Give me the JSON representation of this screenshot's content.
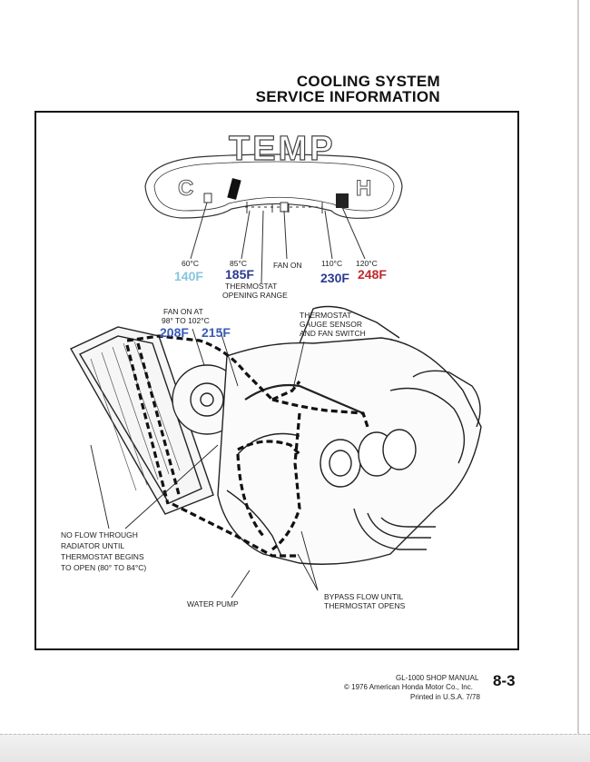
{
  "header": {
    "line1": "COOLING SYSTEM",
    "line2": "SERVICE INFORMATION"
  },
  "gauge": {
    "title": "TEMP",
    "cold": "C",
    "hot": "H"
  },
  "gauge_labels": {
    "c60": "60°C",
    "c85": "85°C",
    "fan_on": "FAN ON",
    "c110": "110°C",
    "c120": "120°C",
    "thermostat_range": [
      "THERMOSTAT",
      "OPENING RANGE"
    ]
  },
  "fahrenheit": {
    "f140": "140F",
    "f185": "185F",
    "f230": "230F",
    "f248": "248F",
    "f208": "208F",
    "f215": "215F"
  },
  "callouts": {
    "fan_on_at": [
      "FAN ON AT",
      "98° TO 102°C"
    ],
    "sensor": [
      "THERMOSTAT",
      "GAUGE SENSOR",
      "AND FAN SWITCH"
    ],
    "no_flow": [
      "NO FLOW THROUGH",
      "RADIATOR UNTIL",
      "THERMOSTAT BEGINS",
      "TO OPEN (80° TO 84°C)"
    ],
    "water_pump": "WATER PUMP",
    "bypass": [
      "BYPASS FLOW UNTIL",
      "THERMOSTAT OPENS"
    ]
  },
  "footer": {
    "manual": "GL-1000 SHOP MANUAL",
    "copyright": "© 1976 American Honda Motor Co., Inc.",
    "printed": "Printed in U.S.A. 7/78",
    "page": "8-3"
  },
  "colors": {
    "light_blue": "#86c5e0",
    "navy": "#2b3a8f",
    "blue": "#3a5bb7",
    "red": "#c0282c"
  }
}
